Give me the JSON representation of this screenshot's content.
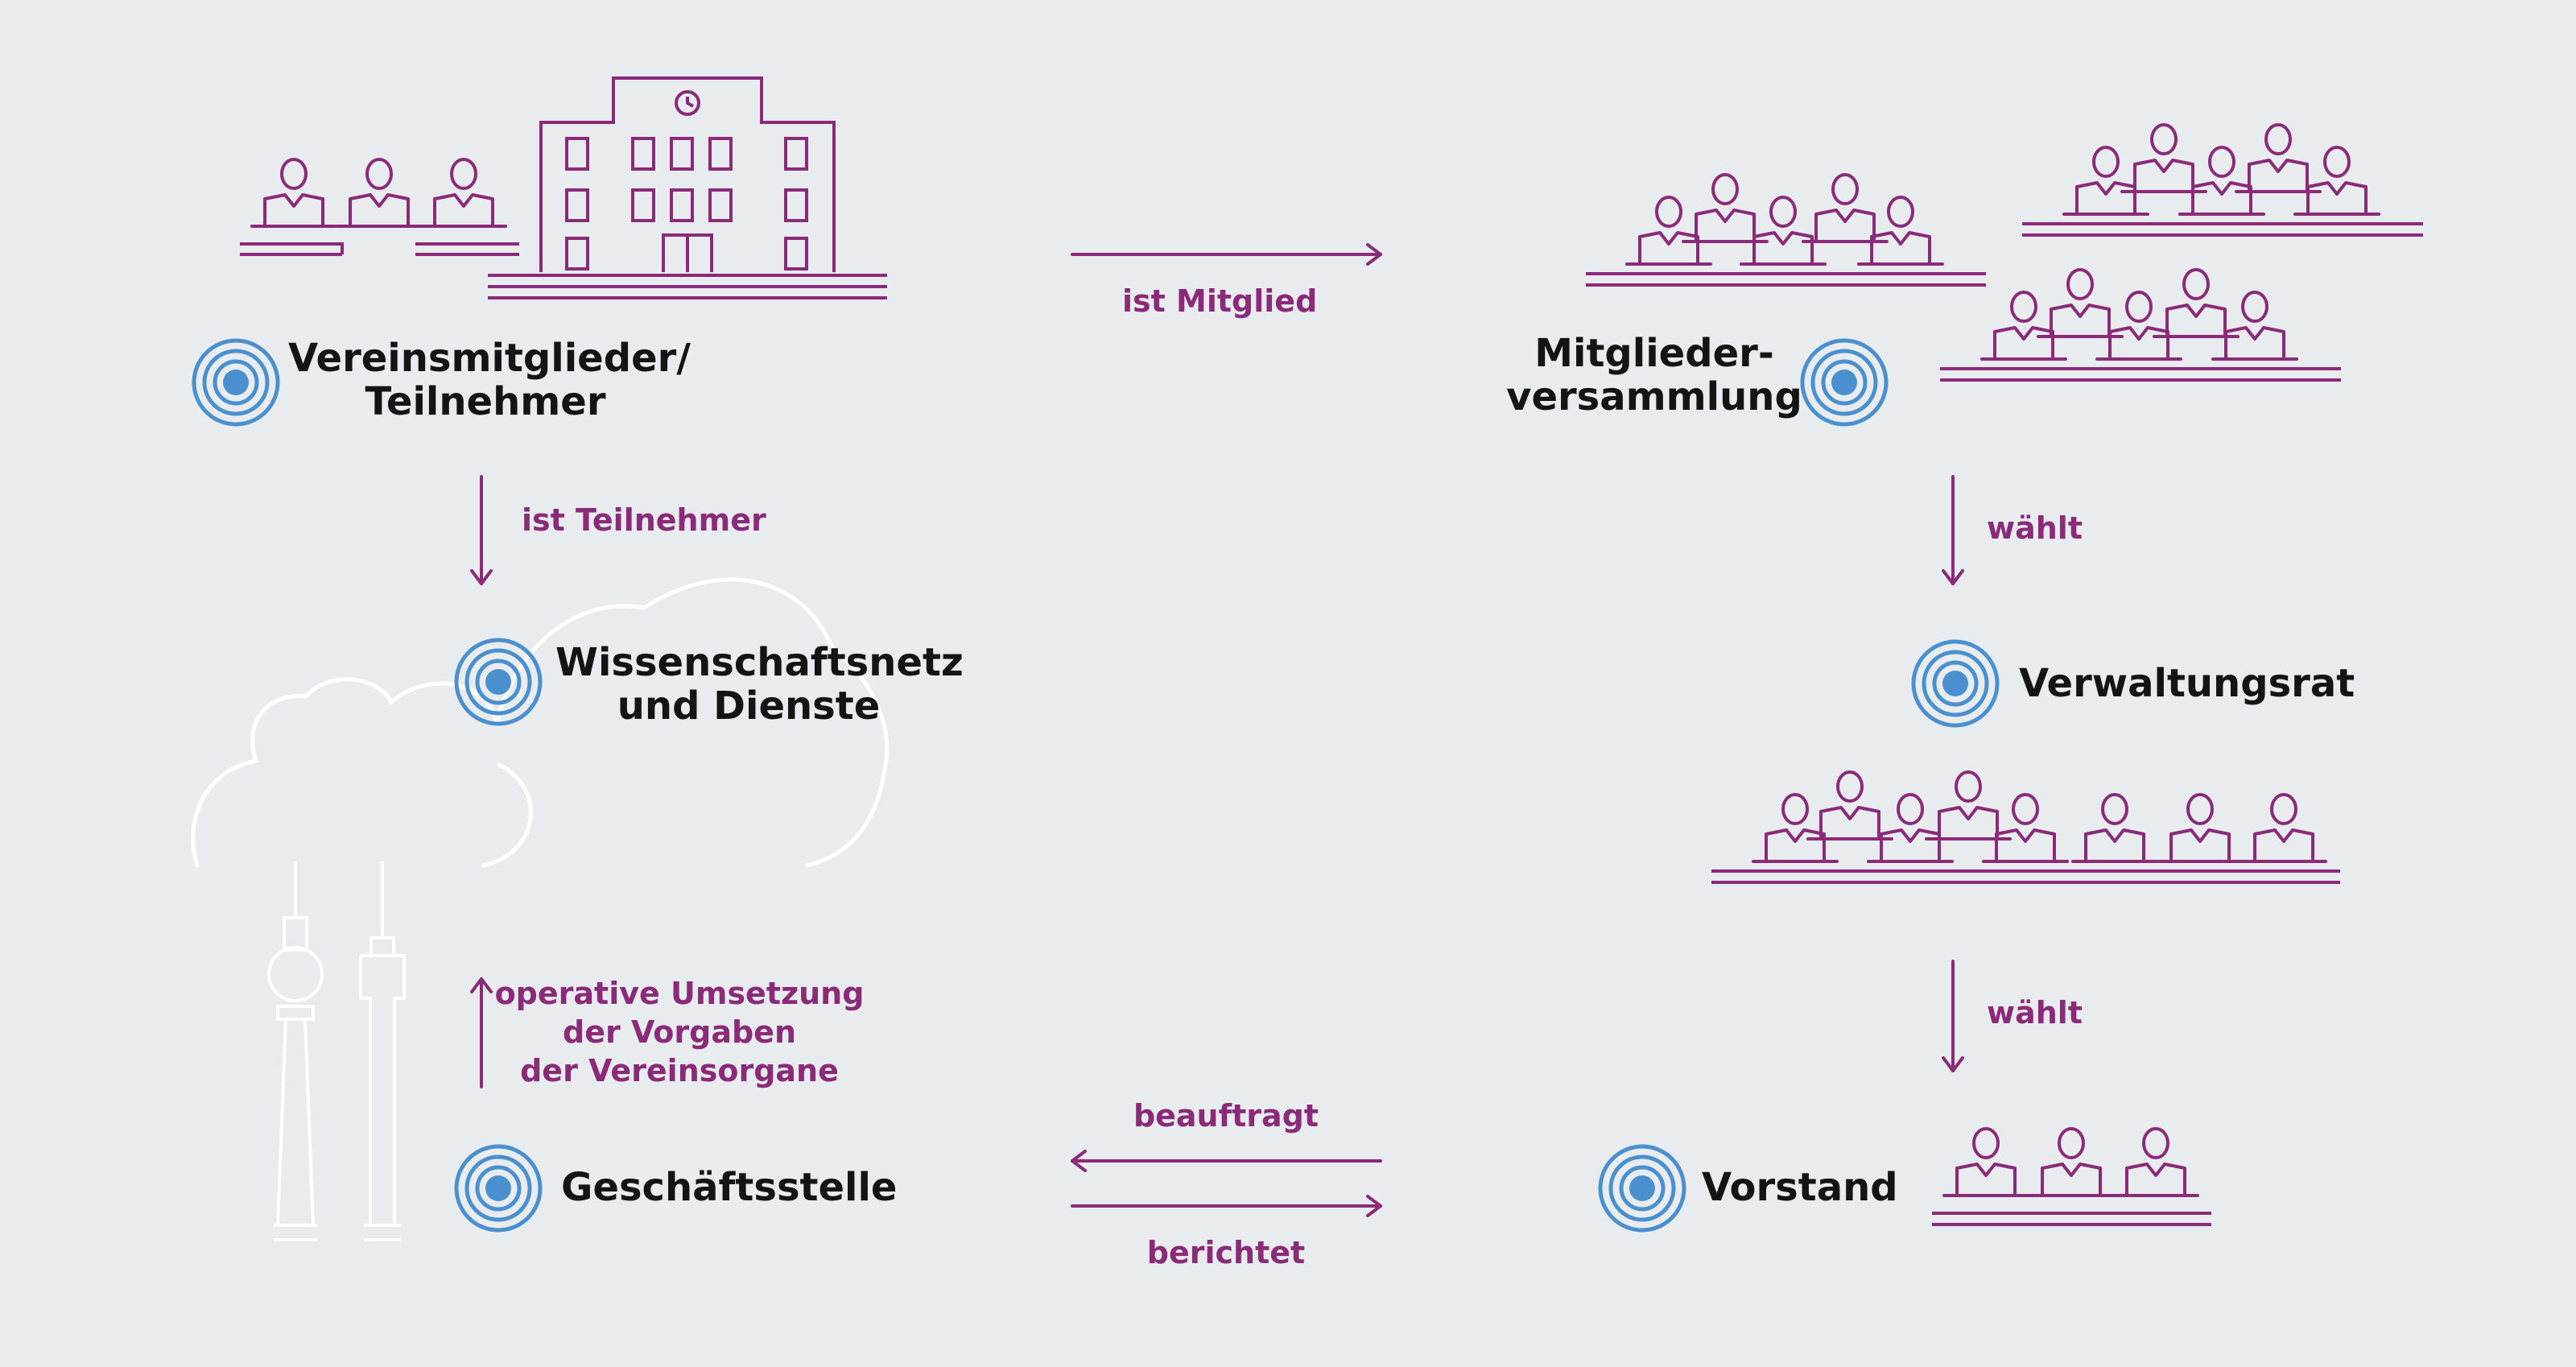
{
  "colors": {
    "background": "#e8ecef",
    "accent_purple": "#8a2a78",
    "target_blue": "#4a90cf",
    "cloud_white": "#ffffff",
    "label_text": "#141414"
  },
  "nodes": {
    "vereinsmitglieder": {
      "line1": "Vereinsmitglieder/",
      "line2": "Teilnehmer"
    },
    "mitgliederversammlung": {
      "line1": "Mitglieder-",
      "line2": "versammlung"
    },
    "wissenschaftsnetz": {
      "line1": "Wissenschaftsnetz",
      "line2": "und Dienste"
    },
    "verwaltungsrat": {
      "label": "Verwaltungsrat"
    },
    "geschaeftsstelle": {
      "label": "Geschäftsstelle"
    },
    "vorstand": {
      "label": "Vorstand"
    }
  },
  "edges": {
    "ist_mitglied": "ist Mitglied",
    "ist_teilnehmer": "ist Teilnehmer",
    "waehlt_1": "wählt",
    "waehlt_2": "wählt",
    "operative": {
      "line1": "operative Umsetzung",
      "line2": "der Vorgaben",
      "line3": "der Vereinsorgane"
    },
    "beauftragt": "beauftragt",
    "berichtet": "berichtet"
  },
  "icons": [
    "people-group-icon",
    "building-icon",
    "cloud-icon",
    "tv-tower-icon",
    "target-icon",
    "arrow-right-icon",
    "arrow-down-icon",
    "arrow-up-icon",
    "arrow-left-icon"
  ]
}
